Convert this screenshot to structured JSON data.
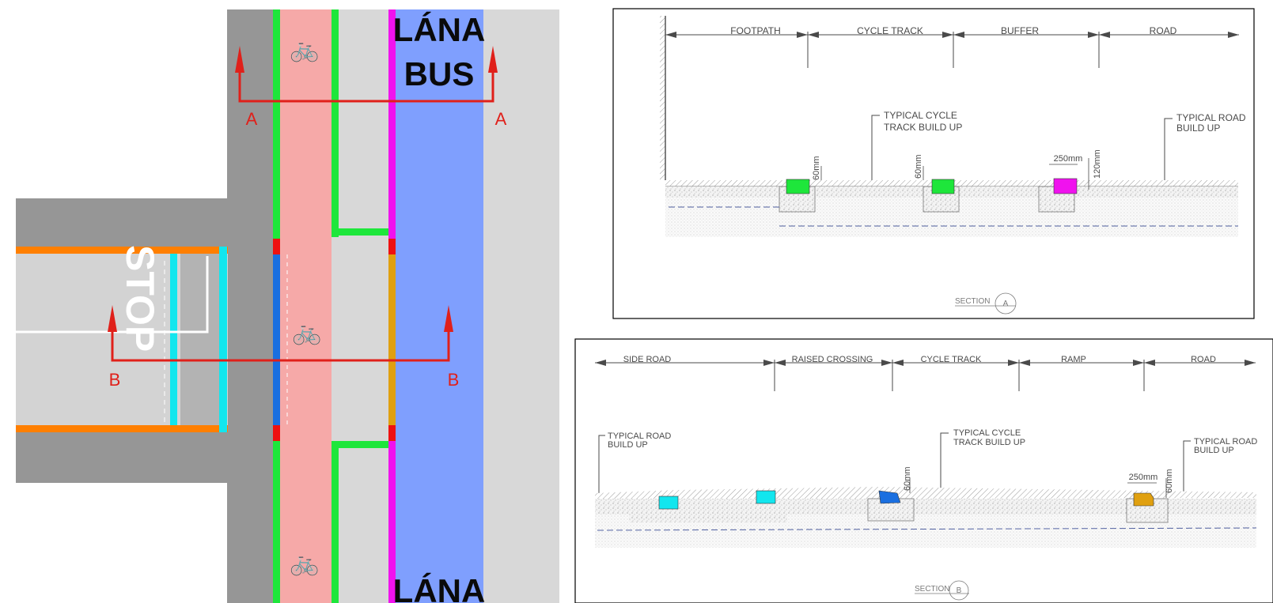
{
  "plan": {
    "bus_lane_text_top": [
      "LÁNA",
      "BUS"
    ],
    "bus_lane_text_bottom": "LÁNA",
    "stop_text": "STOP",
    "bike_symbol": "🚲",
    "section_a_label": "A",
    "section_b_label": "B",
    "colors": {
      "footpath": "#d8d8d8",
      "road_grey": "#969696",
      "cycle_track": "#f6a9a8",
      "bus_lane": "#7f9ffe",
      "green_kerb": "#1ee63b",
      "magenta_kerb": "#f012ee",
      "red_block": "#ee1111",
      "blue_kerb": "#1a6fe0",
      "amber_kerb": "#e0a010",
      "cyan_kerb": "#12e6ee",
      "orange_edge": "#ff7f00",
      "section_line": "#e0201a"
    }
  },
  "section_a": {
    "zones": [
      "FOOTPATH",
      "CYCLE TRACK",
      "BUFFER",
      "ROAD"
    ],
    "note_cycle": [
      "TYPICAL CYCLE",
      "TRACK BUILD UP"
    ],
    "note_road": [
      "TYPICAL ROAD",
      "BUILD UP"
    ],
    "dims": [
      "60mm",
      "60mm",
      "250mm",
      "120mm"
    ],
    "section_label": "SECTION",
    "section_letter": "A"
  },
  "section_b": {
    "zones": [
      "SIDE ROAD",
      "RAISED CROSSING",
      "CYCLE TRACK",
      "RAMP",
      "ROAD"
    ],
    "note_road_left": [
      "TYPICAL ROAD",
      "BUILD UP"
    ],
    "note_cycle": [
      "TYPICAL CYCLE",
      "TRACK BUILD UP"
    ],
    "note_road_right": [
      "TYPICAL ROAD",
      "BUILD UP"
    ],
    "dims": [
      "60mm",
      "250mm",
      "60mm"
    ],
    "section_label": "SECTION",
    "section_letter": "B"
  }
}
